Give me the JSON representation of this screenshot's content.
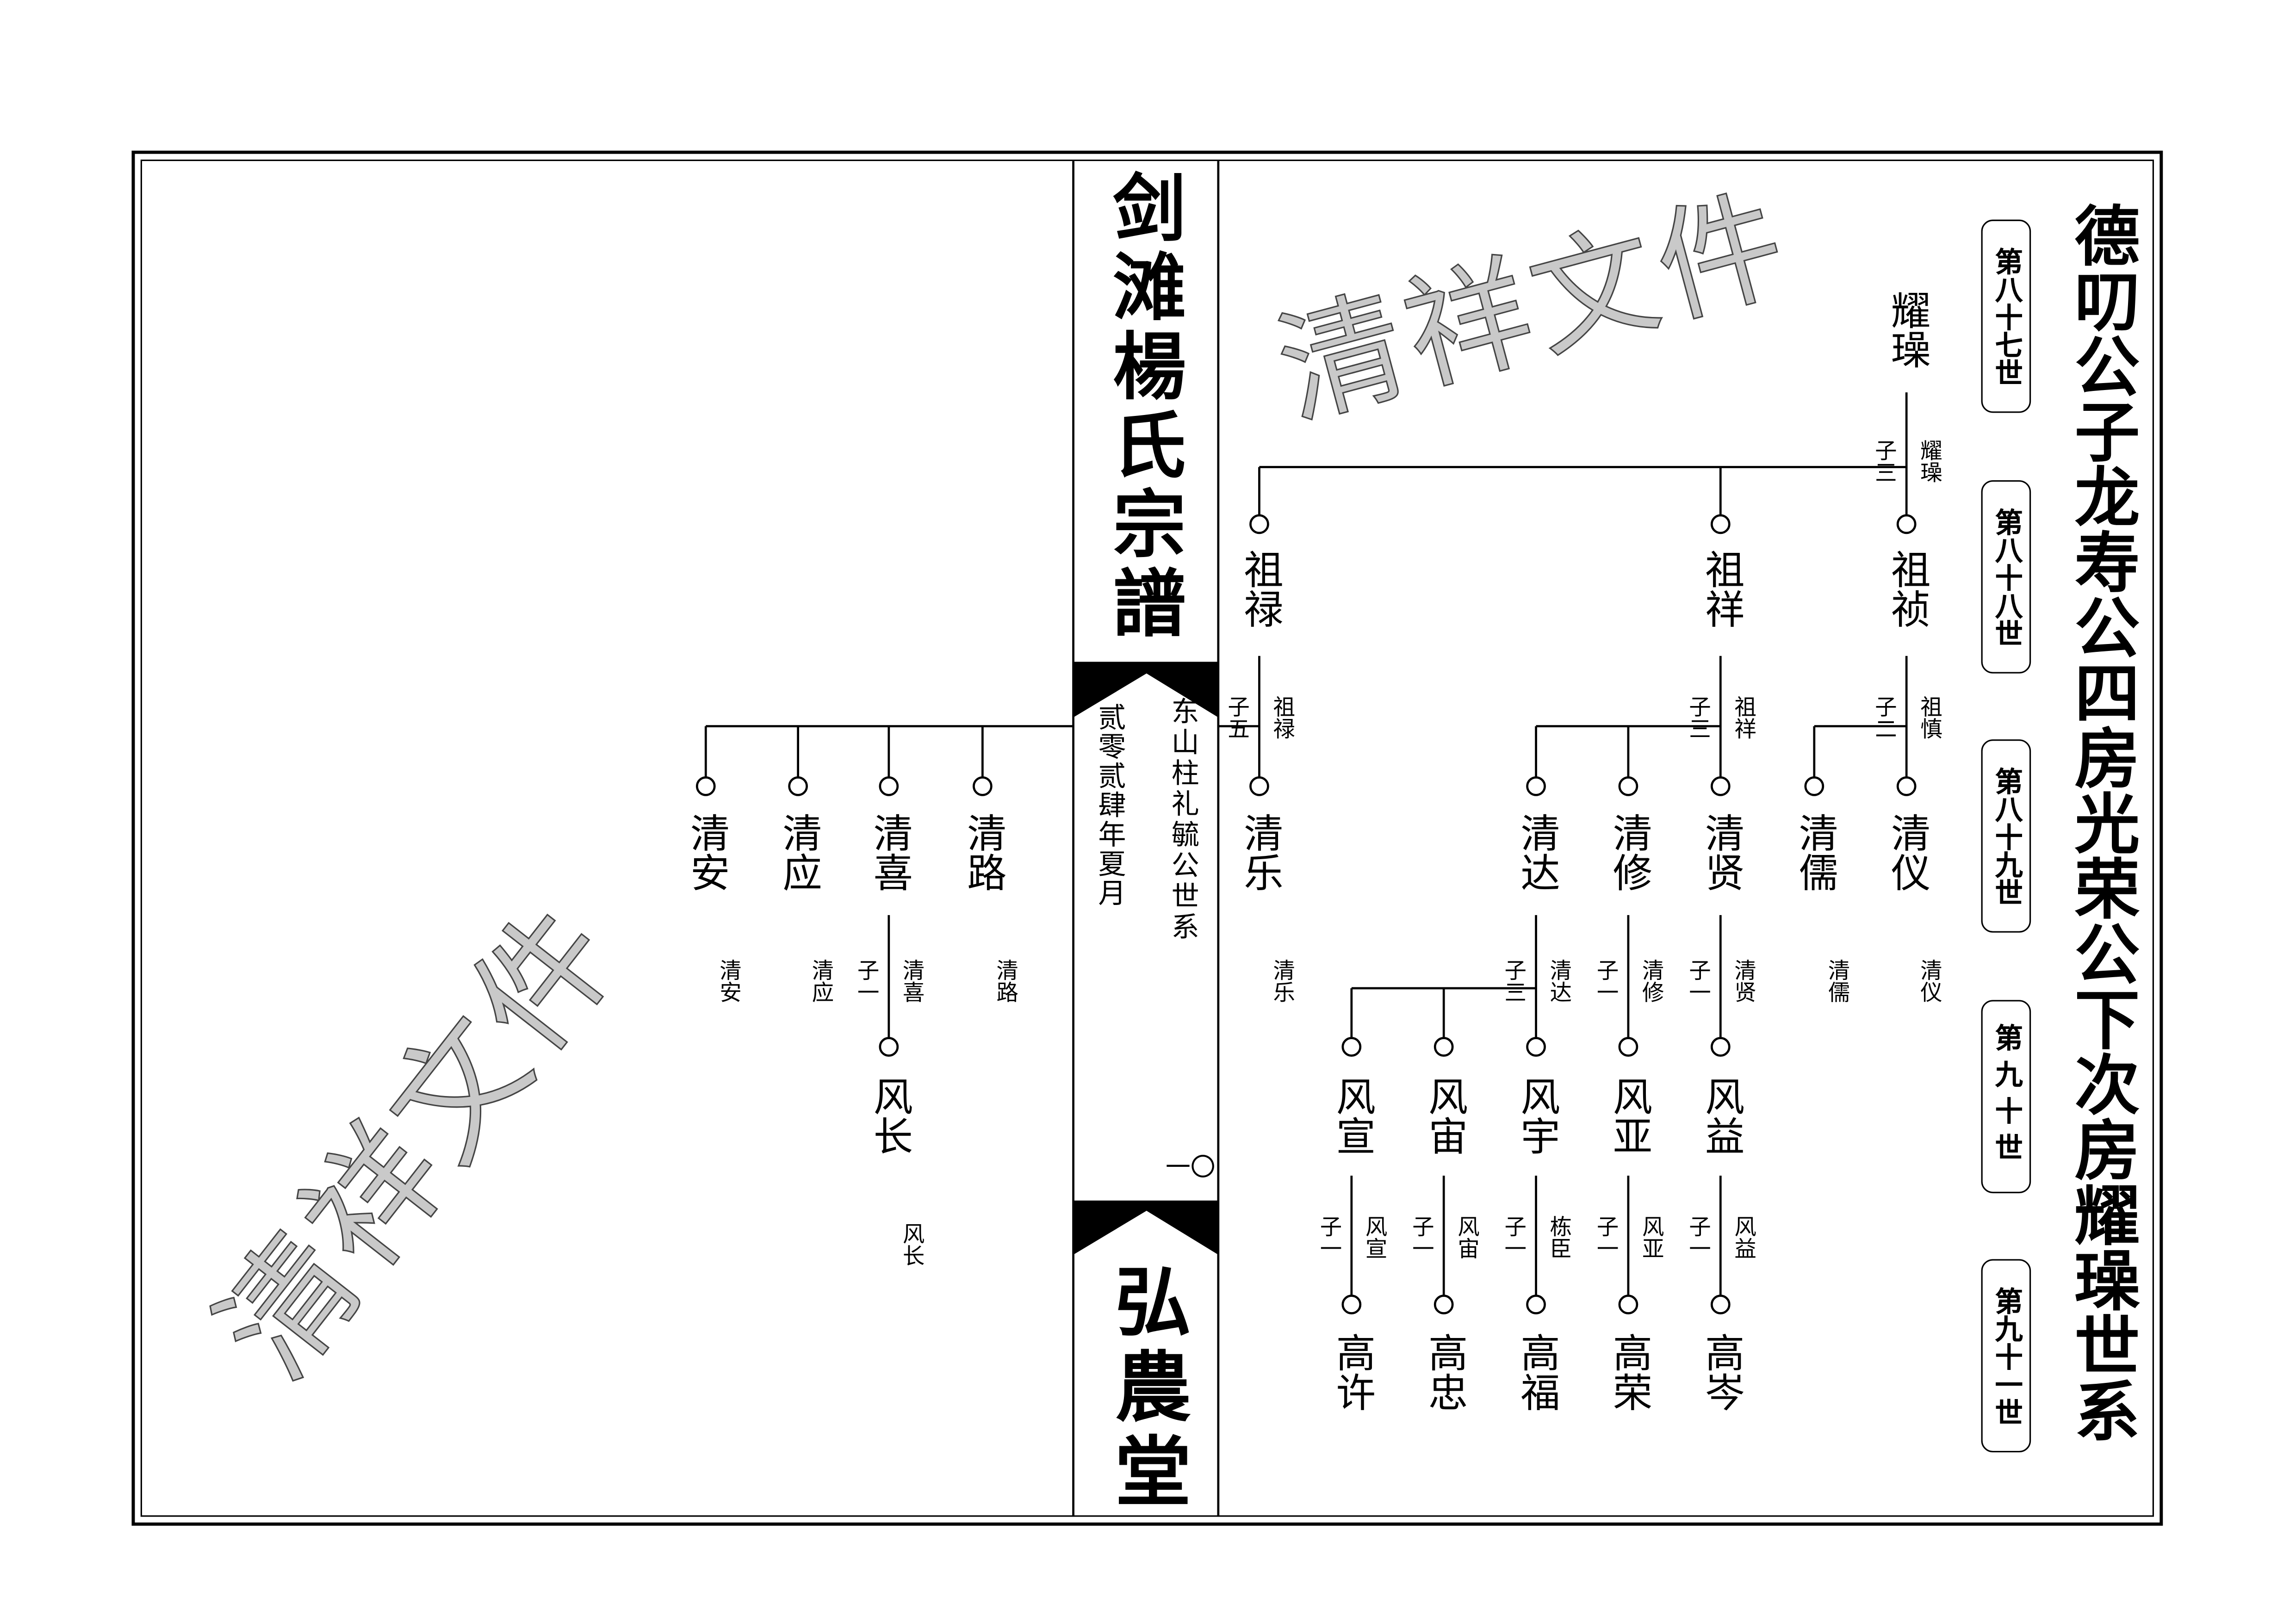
{
  "book": {
    "title": "剑滩楊氏宗譜",
    "branch": "东山柱礼毓公世系",
    "date": "贰零贰肆年夏月",
    "page": "一〇",
    "hall": "弘農堂"
  },
  "lineage_title": "德叨公子龙寿公四房光荣公下次房耀璪世系",
  "generations": [
    "第八十七世",
    "第八十八世",
    "第八十九世",
    "第九十世",
    "第九十一世"
  ],
  "tree": {
    "root": {
      "name": "耀璪",
      "children_label": "子三",
      "note": "耀璪"
    },
    "gen88": [
      {
        "name": "祖禄",
        "children_label": "子五",
        "note": "祖禄"
      },
      {
        "name": "祖祥",
        "children_label": "子三",
        "note": "祖祥"
      },
      {
        "name": "祖祯",
        "children_label": "子二",
        "note": "祖慎"
      }
    ],
    "gen89": [
      {
        "name": "清安",
        "note": "清安"
      },
      {
        "name": "清应",
        "note": "清应"
      },
      {
        "name": "清喜",
        "children_label": "子一",
        "note": "清喜"
      },
      {
        "name": "清路",
        "note": "清路"
      },
      {
        "name": "清乐",
        "note": "清乐"
      },
      {
        "name": "清达",
        "children_label": "子三",
        "note": "清达"
      },
      {
        "name": "清修",
        "children_label": "子一",
        "note": "清修"
      },
      {
        "name": "清贤",
        "children_label": "子一",
        "note": "清贤"
      },
      {
        "name": "清儒",
        "note": "清儒"
      },
      {
        "name": "清仪",
        "note": "清仪"
      }
    ],
    "gen90": [
      {
        "name": "风长",
        "note": "风长"
      },
      {
        "name": "风宣",
        "children_label": "子一",
        "note": "风宣"
      },
      {
        "name": "风宙",
        "children_label": "子一",
        "note": "风宙"
      },
      {
        "name": "风宇",
        "children_label": "子一",
        "note": "栋臣"
      },
      {
        "name": "风亚",
        "children_label": "子一",
        "note": "风亚"
      },
      {
        "name": "风益",
        "children_label": "子一",
        "note": "风益"
      }
    ],
    "gen91": [
      {
        "name": "高许"
      },
      {
        "name": "高忠"
      },
      {
        "name": "高福"
      },
      {
        "name": "高荣"
      },
      {
        "name": "高岑"
      }
    ]
  },
  "watermark": "清祥文件"
}
